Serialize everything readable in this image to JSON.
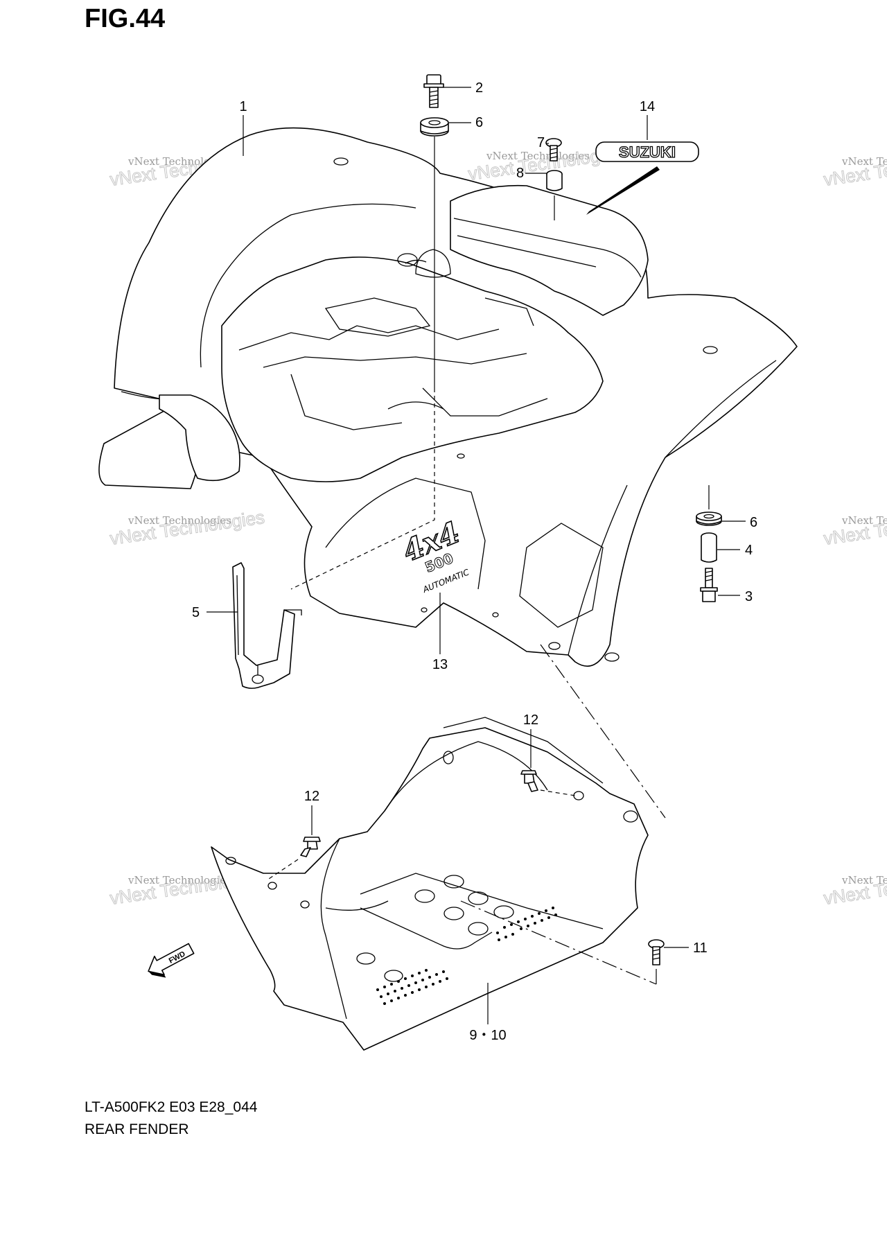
{
  "figure": {
    "title": "FIG.44",
    "model_code": "LT-A500FK2 E03 E28_044",
    "section_name": "REAR FENDER"
  },
  "watermark": {
    "line1": "vNext Technologies",
    "line2": "vNext Technologies"
  },
  "callouts": [
    {
      "id": "c1",
      "label": "1"
    },
    {
      "id": "c2",
      "label": "2"
    },
    {
      "id": "c6a",
      "label": "6"
    },
    {
      "id": "c7",
      "label": "7"
    },
    {
      "id": "c8",
      "label": "8"
    },
    {
      "id": "c14",
      "label": "14"
    },
    {
      "id": "c6b",
      "label": "6"
    },
    {
      "id": "c4",
      "label": "4"
    },
    {
      "id": "c3",
      "label": "3"
    },
    {
      "id": "c5",
      "label": "5"
    },
    {
      "id": "c13",
      "label": "13"
    },
    {
      "id": "c12a",
      "label": "12"
    },
    {
      "id": "c12b",
      "label": "12"
    },
    {
      "id": "c11",
      "label": "11"
    },
    {
      "id": "c910",
      "label": "9・10"
    }
  ],
  "labels": {
    "brand_emblem": "SUZUKI",
    "model_emblem_main": "4x4",
    "model_emblem_num": "500",
    "model_emblem_sub": "AUTOMATIC",
    "direction_arrow": "FWD"
  }
}
